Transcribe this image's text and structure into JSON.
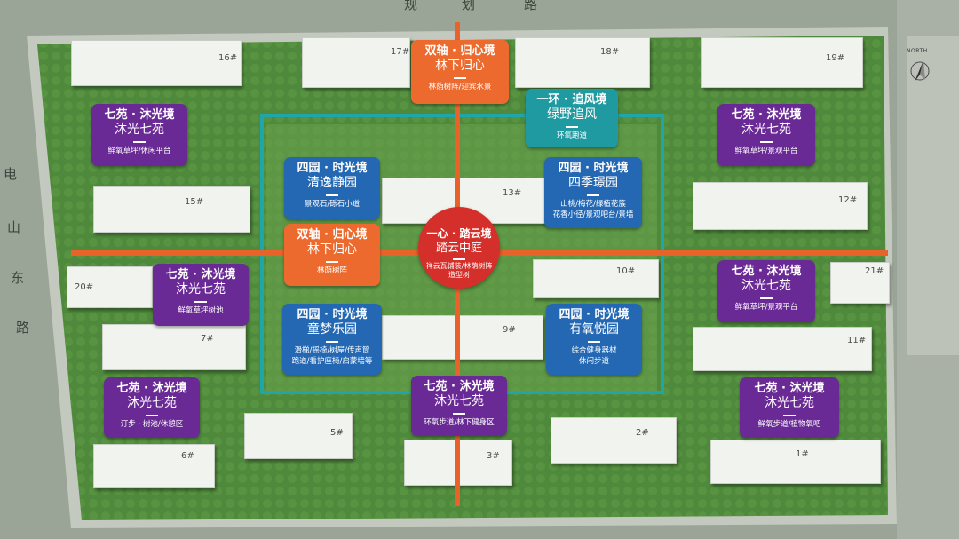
{
  "roads": {
    "north_road": [
      "规",
      "划",
      "路"
    ],
    "west_road": [
      "电",
      "山",
      "东",
      "路"
    ]
  },
  "compass_label": "NORTH",
  "buildings": [
    "16#",
    "17#",
    "18#",
    "19#",
    "15#",
    "13#",
    "12#",
    "20#",
    "10#",
    "21#",
    "7#",
    "9#",
    "11#",
    "5#",
    "3#",
    "2#",
    "6#",
    "1#"
  ],
  "zones": {
    "axis_top": {
      "title": "双轴 · 归心境",
      "name": "林下归心",
      "desc": "林荫树阵/迎宾水景"
    },
    "axis_mid": {
      "title": "双轴 · 归心境",
      "name": "林下归心",
      "desc": "林荫树阵"
    },
    "ring": {
      "title": "一环 · 追风境",
      "name": "绿野追风",
      "desc": "环氧跑道"
    },
    "core": {
      "title": "一心 · 踏云境",
      "name": "踏云中庭",
      "desc_line1": "祥云瓦铺装/林荫树阵",
      "desc_line2": "造型树"
    },
    "garden_nw": {
      "title": "四园 · 时光境",
      "name": "清逸静园",
      "desc": "景观石/砾石小道"
    },
    "garden_ne": {
      "title": "四园 · 时光境",
      "name": "四季璟园",
      "desc_line1": "山桃/梅花/绿植花簇",
      "desc_line2": "花香小径/景观吧台/景墙"
    },
    "garden_sw": {
      "title": "四园 · 时光境",
      "name": "童梦乐园",
      "desc_line1": "滑梯/摇椅/树屋/传声筒",
      "desc_line2": "跑道/看护座椅/启蒙墙等"
    },
    "garden_se": {
      "title": "四园 · 时光境",
      "name": "有氧悦园",
      "desc_line1": "综合健身器材",
      "desc_line2": "休闲步道"
    },
    "yard_1": {
      "title": "七苑 · 沐光境",
      "name": "沐光七苑",
      "desc": "鲜氧草坪/休闲平台"
    },
    "yard_2": {
      "title": "七苑 · 沐光境",
      "name": "沐光七苑",
      "desc": "鲜氧草坪/景观平台"
    },
    "yard_3": {
      "title": "七苑 · 沐光境",
      "name": "沐光七苑",
      "desc": "鲜氧草坪树池"
    },
    "yard_4": {
      "title": "七苑 · 沐光境",
      "name": "沐光七苑",
      "desc": "鲜氧草坪/景观平台"
    },
    "yard_5": {
      "title": "七苑 · 沐光境",
      "name": "沐光七苑",
      "desc": "汀步 · 树池/休憩区"
    },
    "yard_6": {
      "title": "七苑 · 沐光境",
      "name": "沐光七苑",
      "desc": "环氧步道/林下健身区"
    },
    "yard_7": {
      "title": "七苑 · 沐光境",
      "name": "沐光七苑",
      "desc": "鲜氧步道/植物氧吧"
    }
  },
  "colors": {
    "yard": "#6a2a95",
    "garden": "#2468b4",
    "axis": "#ed6a2e",
    "ring": "#1f9aa0",
    "core": "#d42f2b"
  }
}
